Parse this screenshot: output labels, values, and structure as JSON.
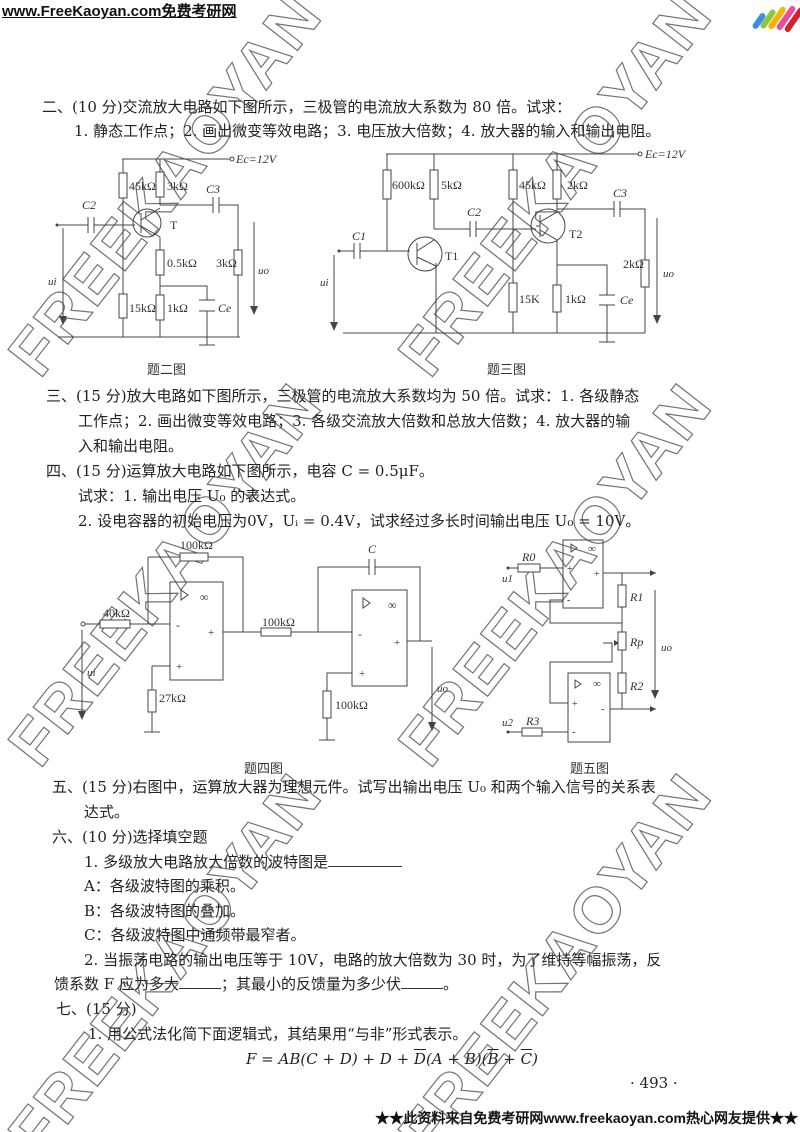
{
  "header": {
    "site": "www.FreeKaoyan.com免费考研网"
  },
  "watermark": "FREEKAOYAN",
  "q2": {
    "title": "二、(10 分)交流放大电路如下图所示，三极管的电流放大系数为 80 倍。试求：",
    "line2": "1. 静态工作点；2. 画出微变等效电路；3. 电压放大倍数；4. 放大器的输入和输出电阻。"
  },
  "fig2": {
    "ec": "Ec=12V",
    "r1": "45kΩ",
    "r2": "3kΩ",
    "c2": "C2",
    "c3": "C3",
    "t": "T",
    "re1": "0.5kΩ",
    "rl": "3kΩ",
    "r3": "15kΩ",
    "re2": "1kΩ",
    "ce": "Ce",
    "ui": "ui",
    "uo": "uo",
    "caption": "题二图"
  },
  "fig3": {
    "ec": "Ec=12V",
    "r1": "600kΩ",
    "r2": "5kΩ",
    "r3": "45kΩ",
    "r4": "2kΩ",
    "c1": "C1",
    "c2": "C2",
    "c3": "C3",
    "t1": "T1",
    "t2": "T2",
    "r5": "15K",
    "r6": "1kΩ",
    "ce": "Ce",
    "rl": "2kΩ",
    "ui": "ui",
    "uo": "uo",
    "caption": "题三图"
  },
  "q3": {
    "line1": "三、(15 分)放大电路如下图所示，三极管的电流放大系数均为 50 倍。试求：1. 各级静态",
    "line2": "工作点；2. 画出微变等效电路；3. 各级交流放大倍数和总放大倍数；4. 放大器的输",
    "line3": "入和输出电阻。"
  },
  "q4": {
    "line1": "四、(15 分)运算放大电路如下图所示，电容 C = 0.5μF。",
    "line2": "试求：1. 输出电压 U₀ 的表达式。",
    "line3": "2. 设电容器的初始电压为0V，Uᵢ = 0.4V，试求经过多长时间输出电压 U₀ = 10V。"
  },
  "fig4": {
    "rf": "100kΩ",
    "rin": "40kΩ",
    "rp": "27kΩ",
    "r2": "100kΩ",
    "c": "C",
    "r3": "100kΩ",
    "ui": "ui",
    "uo": "uo",
    "inf": "∞",
    "minus": "-",
    "plus": "+",
    "caption": "题四图"
  },
  "fig5": {
    "r0": "R0",
    "r1": "R1",
    "rp": "Rp",
    "r2": "R2",
    "r3": "R3",
    "u1": "u1",
    "u2": "u2",
    "uo": "uo",
    "inf": "∞",
    "minus": "-",
    "plus": "+",
    "caption": "题五图"
  },
  "q5": {
    "line1": "五、(15 分)右图中，运算放大器为理想元件。试写出输出电压 U₀ 和两个输入信号的关系表",
    "line2": "达式。"
  },
  "q6": {
    "title": "六、(10 分)选择填空题",
    "item1": "1. 多级放大电路放大倍数的波特图是",
    "optA": "A：各级波特图的乘积。",
    "optB": "B：各级波特图的叠加。",
    "optC": "C：各级波特图中通频带最窄者。",
    "item2a": "2. 当振荡电路的输出电压等于 10V，电路的放大倍数为 30 时，为了维持等幅振荡，反",
    "item2b1": "馈系数 F 应为多大",
    "item2b2": "；其最小的反馈量为多少伏",
    "item2b3": "。"
  },
  "q7": {
    "title": "七、(15 分)",
    "item1": "1. 用公式法化简下面逻辑式，其结果用“与非”形式表示。",
    "formula": {
      "p1": "F = AB(C + D) + D + ",
      "p2": "D",
      "p3": "(A + B)(",
      "p4": "B",
      "p5": " + ",
      "p6": "C",
      "p7": ")"
    }
  },
  "page_number": "· 493 ·",
  "footer": "★★此资料来自免费考研网www.freekaoyan.com热心网友提供★★"
}
